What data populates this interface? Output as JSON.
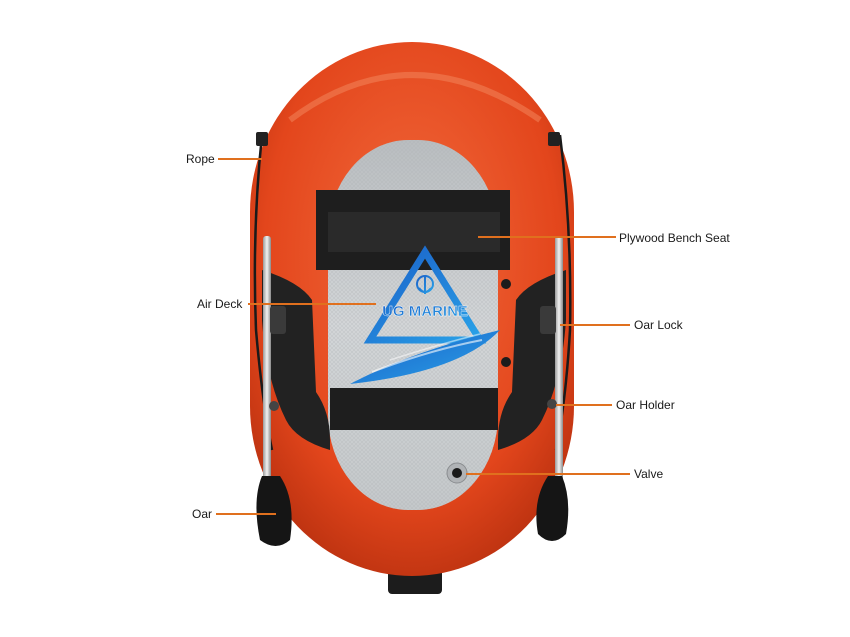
{
  "brand": {
    "name": "UG MARINE"
  },
  "callouts": {
    "rope": "Rope",
    "air_deck": "Air Deck",
    "oar": "Oar",
    "plywood_bench_seat": "Plywood Bench Seat",
    "oar_lock": "Oar Lock",
    "oar_holder": "Oar Holder",
    "valve": "Valve"
  },
  "colors": {
    "hull": "#e3461c",
    "deck": "#c9cdd0",
    "straps": "#202020",
    "leader_lines": "#e0701e",
    "logo": "#1f6fd6"
  }
}
